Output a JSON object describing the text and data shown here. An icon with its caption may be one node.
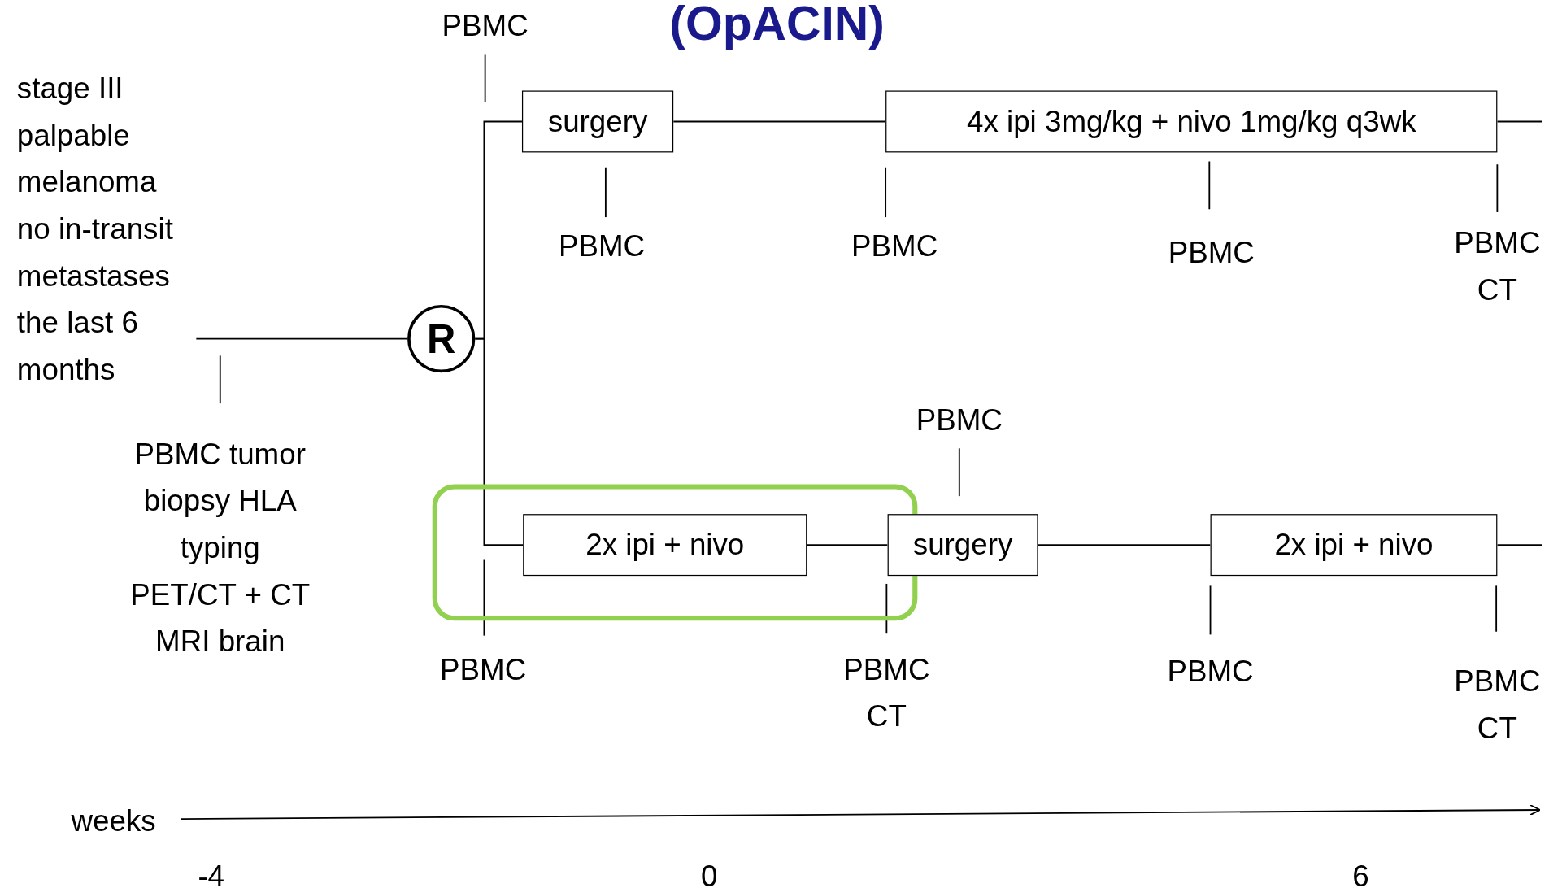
{
  "diagram": {
    "title": "(OpACIN)",
    "nodes": [
      {
        "text": [
          "stage III palpable melanoma no in-transit metastases the last 6 months"
        ]
      },
      {
        "text": [
          "R"
        ]
      },
      {
        "text": [
          "surgery"
        ]
      },
      {
        "text": [
          "4x ipi 3mg/kg + nivo 1mg/kg q3wk"
        ]
      },
      {
        "text": [],
        "shape": "box"
      },
      {
        "text": [
          "2x ipi + nivo"
        ],
        "in": 4
      },
      {
        "text": [
          "surgery"
        ]
      },
      {
        "text": [
          "2x ipi + nivo"
        ]
      }
    ],
    "edges": [
      {
        "from": 0,
        "to": 1,
        "arrow": "none"
      },
      {
        "from": 1,
        "to": 2,
        "arrow": "none"
      },
      {
        "from": 1,
        "to": 5,
        "arrow": "none"
      },
      {
        "from": 2,
        "to": 3,
        "arrow": "none"
      },
      {
        "from": 3,
        "to": null,
        "arrow": "none"
      },
      {
        "from": 5,
        "to": 6,
        "arrow": "none"
      },
      {
        "from": 6,
        "to": 7,
        "arrow": "none"
      },
      {
        "from": 7,
        "to": null,
        "arrow": "none"
      }
    ],
    "labels": [
      "PBMC",
      "PBMC",
      "PBMC",
      "PBMC",
      "PBMC CT",
      "PBMC",
      "PBMC tumor biopsy HLA typing PET/CT + CT MRI brain",
      "PBMC",
      "PBMC CT",
      "PBMC",
      "PBMC CT",
      "weeks",
      "-4",
      "0",
      "6"
    ]
  }
}
